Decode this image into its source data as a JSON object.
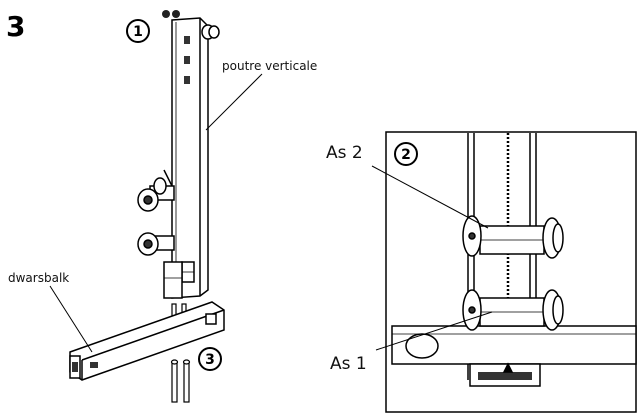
{
  "step_number": "3",
  "callouts": {
    "one": "1",
    "two": "2",
    "three": "3"
  },
  "labels": {
    "vertical_beam": "poutre verticale",
    "crossbar": "dwarsbalk",
    "axle_2": "As 2",
    "axle_1": "As 1"
  }
}
